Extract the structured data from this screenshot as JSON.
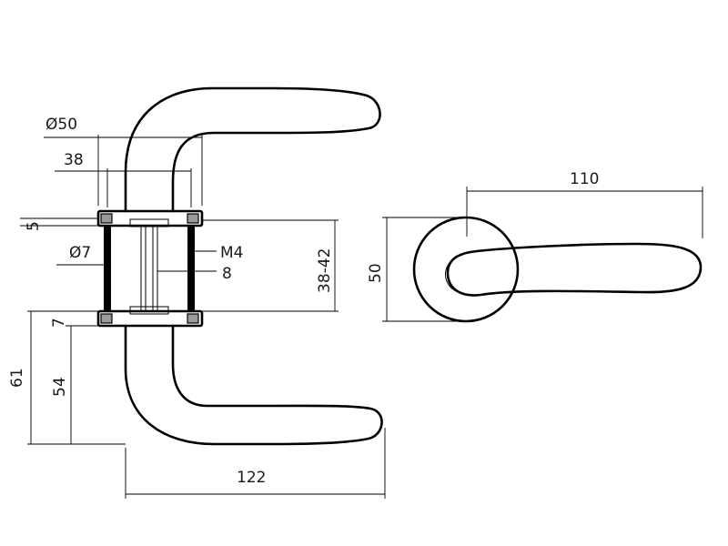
{
  "drawing": {
    "dimensions": {
      "diameter_rose": "Ø50",
      "spindle_spacing": "38",
      "rose_thickness": "5",
      "bolt_diameter": "Ø7",
      "bolt_thread": "M4",
      "spindle_square": "8",
      "door_thickness": "38-42",
      "lever_offset": "7",
      "total_height": "61",
      "lever_height": "54",
      "lever_length": "122",
      "front_rose_diameter": "50",
      "front_lever_length": "110"
    }
  }
}
